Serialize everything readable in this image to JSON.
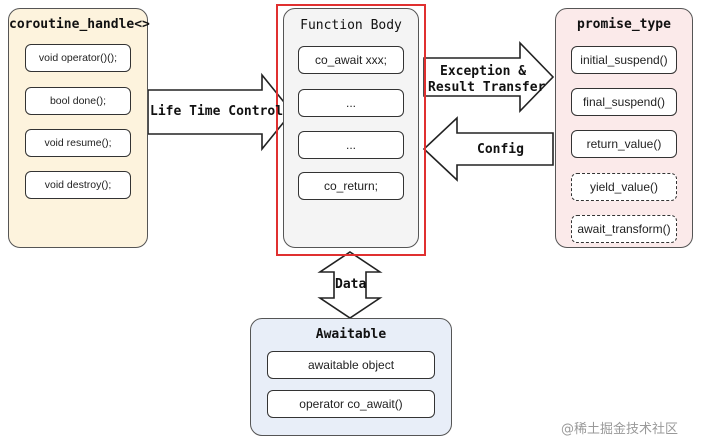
{
  "coroutine_handle": {
    "title": "coroutine_handle<>",
    "items": [
      "void operator()();",
      "bool done();",
      "void resume();",
      "void destroy();"
    ]
  },
  "function_body": {
    "title": "Function Body",
    "items": [
      "co_await xxx;",
      "...",
      "...",
      "co_return;"
    ]
  },
  "promise_type": {
    "title": "promise_type",
    "items": [
      "initial_suspend()",
      "final_suspend()",
      "return_value()",
      "yield_value()",
      "await_transform()"
    ]
  },
  "awaitable": {
    "title": "Awaitable",
    "items": [
      "awaitable object",
      "operator co_await()"
    ]
  },
  "arrows": {
    "lifetime": "Life Time Control",
    "exception_line1": "Exception &",
    "exception_line2": "Result Transfer",
    "config": "Config",
    "data": "Data"
  },
  "watermark": "@稀土掘金技术社区",
  "colors": {
    "handle_bg": "#fdf3dd",
    "body_bg": "#f4f4f4",
    "body_border": "#e03030",
    "promise_bg": "#fbeaea",
    "await_bg": "#e8eef8"
  }
}
